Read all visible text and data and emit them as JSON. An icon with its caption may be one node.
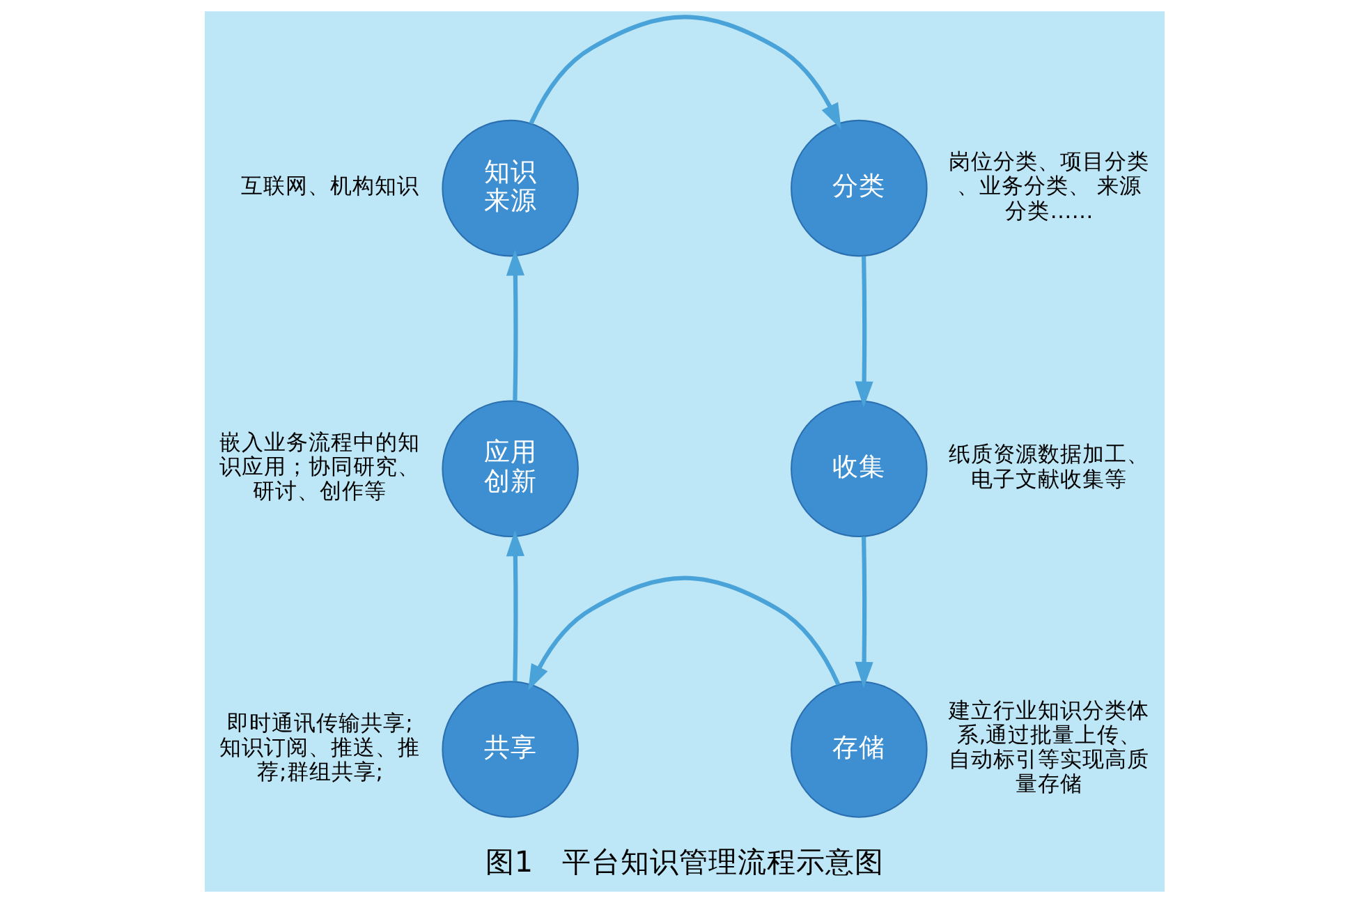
{
  "diagram": {
    "caption": "图1　平台知识管理流程示意图",
    "nodes": [
      {
        "text": [
          "知识来源"
        ],
        "beside": [
          "互联网、机构知识"
        ]
      },
      {
        "text": [
          "分类"
        ],
        "beside": [
          "岗位分类、项目分类、业务分类、 来源分类……"
        ]
      },
      {
        "text": [
          "收集"
        ],
        "beside": [
          "纸质资源数据加工、电子文献收集等"
        ]
      },
      {
        "text": [
          "存储"
        ],
        "beside": [
          "建立行业知识分类体系,通过批量上传、自动标引等实现高质量存储"
        ]
      },
      {
        "text": [
          "共享"
        ],
        "beside": [
          "即时通讯传输共享;知识订阅、推送、推荐;群组共享;"
        ]
      },
      {
        "text": [
          "应用创新"
        ],
        "beside": [
          "嵌入业务流程中的知识应用；协同研究、研讨、创作等"
        ]
      }
    ],
    "edges": [
      {
        "from": 0,
        "to": 1,
        "arrow": "to"
      },
      {
        "from": 1,
        "to": 2,
        "arrow": "to"
      },
      {
        "from": 2,
        "to": 3,
        "arrow": "to"
      },
      {
        "from": 3,
        "to": 4,
        "arrow": "to"
      },
      {
        "from": 4,
        "to": 5,
        "arrow": "to"
      },
      {
        "from": 5,
        "to": 0,
        "arrow": "to"
      }
    ]
  }
}
